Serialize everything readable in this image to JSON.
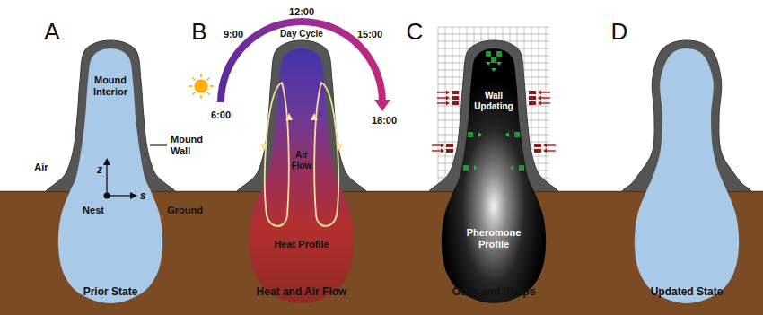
{
  "diagram": {
    "labels": [
      "A",
      "Mound Interior",
      "Air",
      "Mound Wall",
      "z",
      "s",
      "Nest",
      "Ground",
      "Prior State",
      "B",
      "Day Cycle",
      "6:00",
      "9:00",
      "12:00",
      "15:00",
      "18:00",
      "Air Flow",
      "Heat Profile",
      "Heat and Air Flow",
      "C",
      "Wall Updating",
      "Pheromone Profile",
      "Odor and Shape",
      "D",
      "Updated State"
    ]
  }
}
